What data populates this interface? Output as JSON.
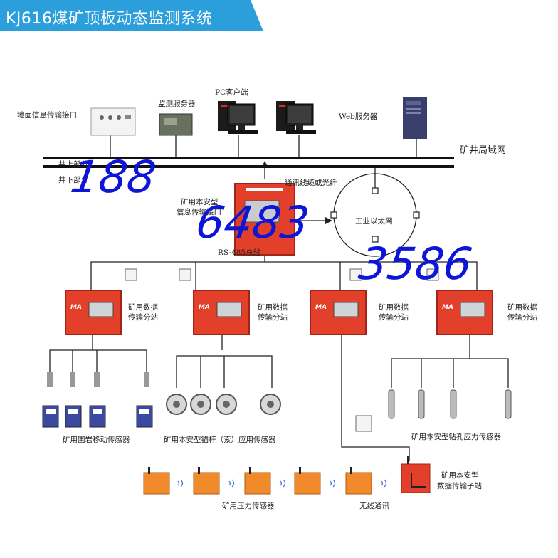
{
  "title": "KJ616煤矿顶板动态监测系统",
  "labels": {
    "ground_interface": "地面信息传输接口",
    "monitor_server": "监测服务器",
    "pc_client": "PC客户端",
    "web_server": "Web服务器",
    "mine_lan": "矿井局域网",
    "above_ground": "井上部分",
    "underground": "井下部分",
    "comm_cable": "通讯线缆或光纤",
    "info_station_1": "矿用本安型",
    "info_station_2": "信息传输接口",
    "ethernet": "工业以太网",
    "rs485": "RS-485总线",
    "substation_1": "矿用数据",
    "substation_2": "传输分站",
    "rock_sensor": "矿用围岩移动传感器",
    "bolt_sensor": "矿用本安型锚杆（索）应用传感器",
    "drill_sensor": "矿用本安型钻孔应力传感器",
    "pressure_sensor": "矿用压力传感器",
    "wireless": "无线通讯",
    "sub_station_1": "矿用本安型",
    "sub_station_2": "数据传输子站",
    "badge": "MA"
  },
  "watermark": {
    "line1": "188",
    "line2": "6483",
    "line3": "3586"
  },
  "colors": {
    "title_bg": "#2a9fdc",
    "station_red": "#e2402a",
    "wireless_orange": "#f08a2a",
    "watermark": "#0d16d6"
  }
}
